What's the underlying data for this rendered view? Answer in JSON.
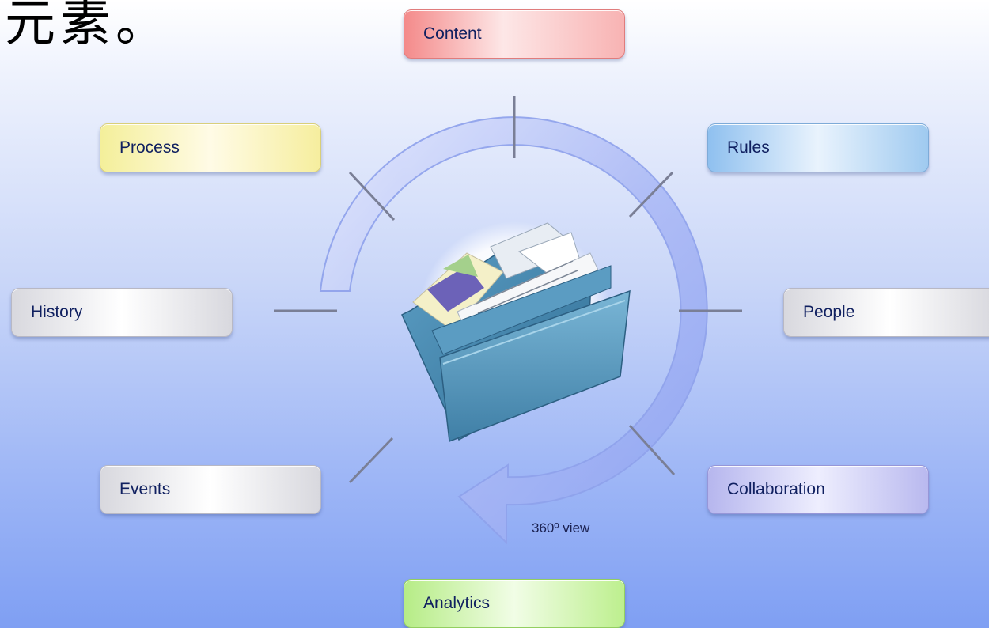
{
  "heading": "元素。",
  "nodes": {
    "content": "Content",
    "process": "Process",
    "rules": "Rules",
    "history": "History",
    "people": "People",
    "events": "Events",
    "collaboration": "Collaboration",
    "analytics": "Analytics"
  },
  "caption": "360º view",
  "colors": {
    "content": "#f48a8a",
    "process": "#f4ef9a",
    "rules": "#8fc0ef",
    "history": "#d8d8de",
    "people": "#d8d8de",
    "events": "#d8d8de",
    "collaboration": "#b6b6ee",
    "analytics": "#b6ec86",
    "cycle_arrow": "#a9b8f4",
    "folder": "#4a90b8"
  },
  "icons": {
    "center": "folder-icon",
    "cycle": "cycle-arrow-icon"
  }
}
